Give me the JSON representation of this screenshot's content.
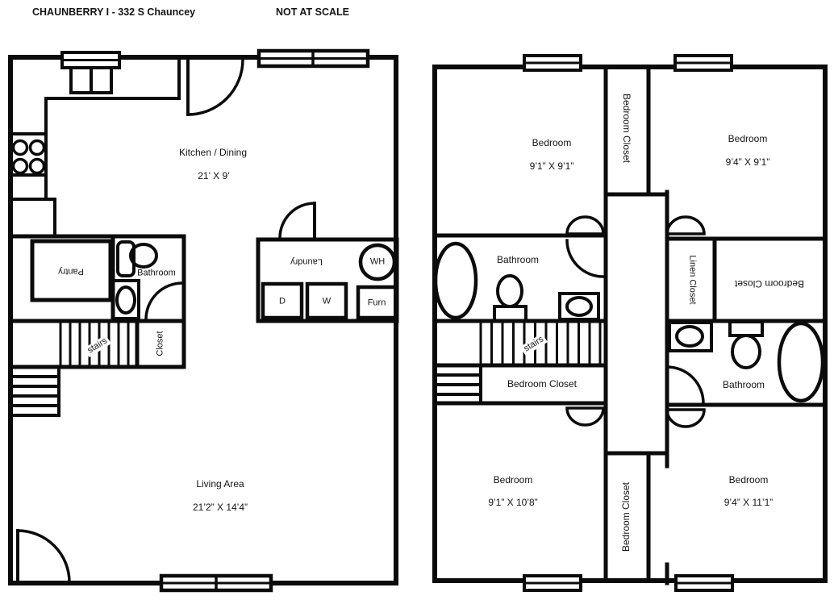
{
  "header": {
    "title": "CHAUNBERRY I - 332 S Chauncey",
    "scale_note": "NOT AT SCALE"
  },
  "floor1": {
    "kitchen": {
      "name": "Kitchen / Dining",
      "dims": "21’ X 9’"
    },
    "pantry": {
      "name": "Pantry"
    },
    "bathroom": {
      "name": "Bathroom"
    },
    "stairs": {
      "name": "stairs"
    },
    "closet": {
      "name": "Closet"
    },
    "laundry": {
      "name": "Laundry",
      "water_heater": "WH",
      "dryer": "D",
      "washer": "W",
      "furnace": "Furn"
    },
    "living": {
      "name": "Living Area",
      "dims": "21’2” X 14’4”"
    }
  },
  "floor2": {
    "closet_top": {
      "name": "Bedroom Closet"
    },
    "bedroom_tl": {
      "name": "Bedroom",
      "dims": "9’1” X 9’1”"
    },
    "bedroom_tr": {
      "name": "Bedroom",
      "dims": "9’4” X 9’1”"
    },
    "bathroom_left": {
      "name": "Bathroom"
    },
    "stairs": {
      "name": "stairs"
    },
    "closet_mid": {
      "name": "Bedroom Closet"
    },
    "linen": {
      "name": "Linen Closet"
    },
    "bedroom_closet_right": {
      "name": "Bedroom Closet"
    },
    "bathroom_right": {
      "name": "Bathroom"
    },
    "bedroom_bl": {
      "name": "Bedroom",
      "dims": "9’1” X 10’8”"
    },
    "bedroom_br": {
      "name": "Bedroom",
      "dims": "9’4” X 11’1”"
    },
    "closet_bottom": {
      "name": "Bedroom Closet"
    }
  }
}
